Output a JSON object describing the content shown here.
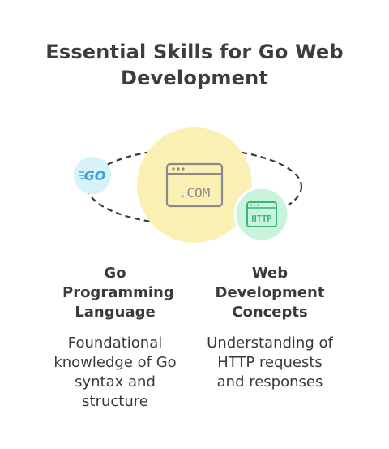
{
  "title": "Essential Skills for Go Web Development",
  "center_node": {
    "icon": "dot-com-browser-icon",
    "label": ".COM",
    "color": "#fbf0b3"
  },
  "go_node": {
    "icon": "go-logo-icon",
    "label": "GO",
    "color": "#d6f2fb",
    "accent": "#3aa3d8"
  },
  "http_node": {
    "icon": "http-browser-icon",
    "label": "HTTP",
    "color": "#c9f3dd",
    "accent": "#39b57a"
  },
  "items": [
    {
      "heading": "Go Programming Language",
      "description": "Foundational knowledge of Go syntax and structure"
    },
    {
      "heading": "Web Development Concepts",
      "description": "Understanding of HTTP requests and responses"
    }
  ]
}
